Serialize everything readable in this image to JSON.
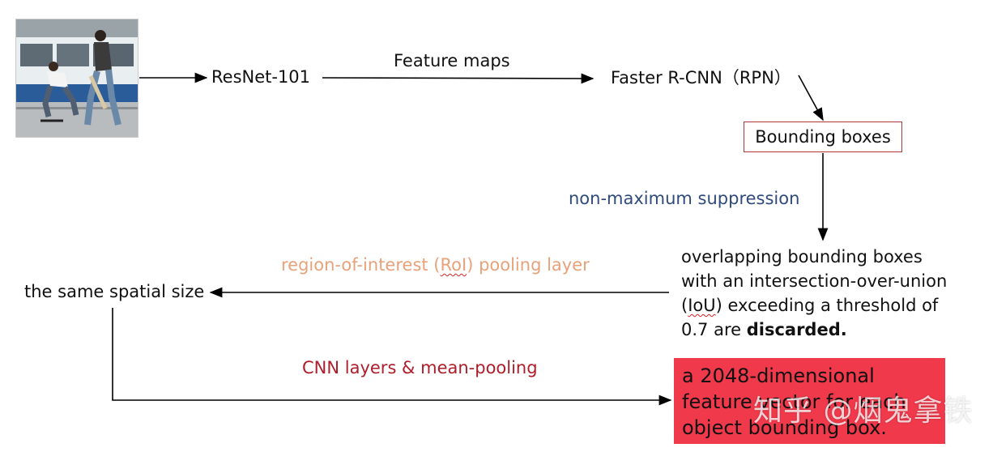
{
  "photo": {
    "icon": "skateboarders-photo"
  },
  "nodes": {
    "resnet": "ResNet-101",
    "faster_rcnn": "Faster R-CNN（RPN）",
    "bounding_boxes": "Bounding boxes",
    "same_spatial_size": "the same spatial size"
  },
  "edges": {
    "feature_maps": "Feature maps",
    "nms": "non-maximum suppression",
    "roi_prefix": "region-of-interest (",
    "roi_abbr": "RoI",
    "roi_suffix": ") pooling layer",
    "cnn_layers": "CNN layers & mean-pooling"
  },
  "overlap_text": {
    "line1": "overlapping bounding boxes",
    "line2": "with an intersection-over-union",
    "line3_prefix": "(",
    "line3_abbr": "IoU",
    "line3_suffix": ") exceeding a threshold of",
    "line4_prefix": "0.7 are ",
    "line4_bold": "discarded."
  },
  "result_text": {
    "line1": "a 2048-dimensional",
    "line2": "feature vector for each",
    "line3": "object bounding box."
  },
  "watermark": "知乎 @烟鬼拿铁",
  "colors": {
    "nms_label": "#2f4b7c",
    "roi_label": "#e8a27a",
    "cnn_label": "#b01d2a",
    "result_block": "#f0394b",
    "bbox_border": "#b03a3a"
  }
}
